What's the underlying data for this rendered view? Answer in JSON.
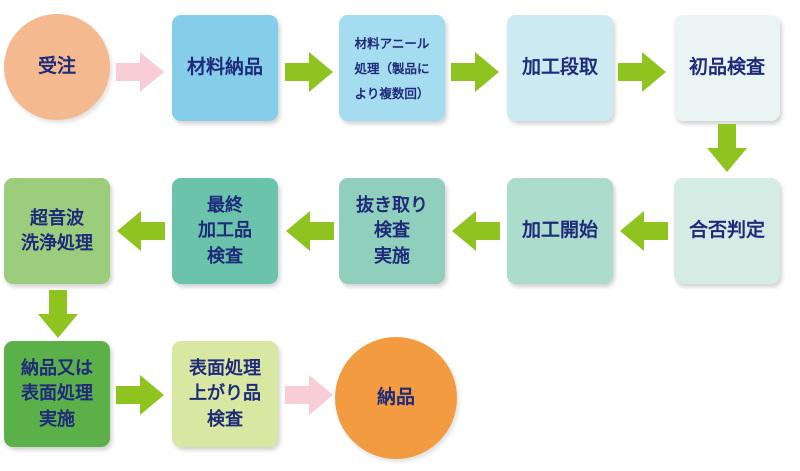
{
  "title": "",
  "nodes": [
    {
      "id": "order",
      "label": "受注",
      "shape": "circle",
      "color": "#f5b98f"
    },
    {
      "id": "material-delivery",
      "label": "材料納品",
      "shape": "box",
      "color": "#86cde9"
    },
    {
      "id": "anneal",
      "label": "材料アニール\n処理（製品に\nより複数回）",
      "shape": "box",
      "color": "#a6dcef"
    },
    {
      "id": "setup",
      "label": "加工段取",
      "shape": "box",
      "color": "#cde9f2"
    },
    {
      "id": "first-article",
      "label": "初品検査",
      "shape": "box",
      "color": "#eaf4f3"
    },
    {
      "id": "pass-fail",
      "label": "合否判定",
      "shape": "box",
      "color": "#d4ece4"
    },
    {
      "id": "start-machining",
      "label": "加工開始",
      "shape": "box",
      "color": "#acdccb"
    },
    {
      "id": "punch-inspection",
      "label": "抜き取り\n検査\n実施",
      "shape": "box",
      "color": "#8fcfbb"
    },
    {
      "id": "final-inspection",
      "label": "最終\n加工品\n検査",
      "shape": "box",
      "color": "#6ac3aa"
    },
    {
      "id": "ultrasonic",
      "label": "超音波\n洗浄処理",
      "shape": "box",
      "color": "#9ccd7c"
    },
    {
      "id": "delivery-or-surface",
      "label": "納品又は\n表面処理\n実施",
      "shape": "box",
      "color": "#5bb04a"
    },
    {
      "id": "surface-inspection",
      "label": "表面処理\n上がり品\n検査",
      "shape": "box",
      "color": "#d8e8a2"
    },
    {
      "id": "delivery",
      "label": "納品",
      "shape": "circle",
      "color": "#f29b40"
    }
  ],
  "arrows": {
    "pink": "#f8cdd6",
    "green": "#8fc31f"
  }
}
